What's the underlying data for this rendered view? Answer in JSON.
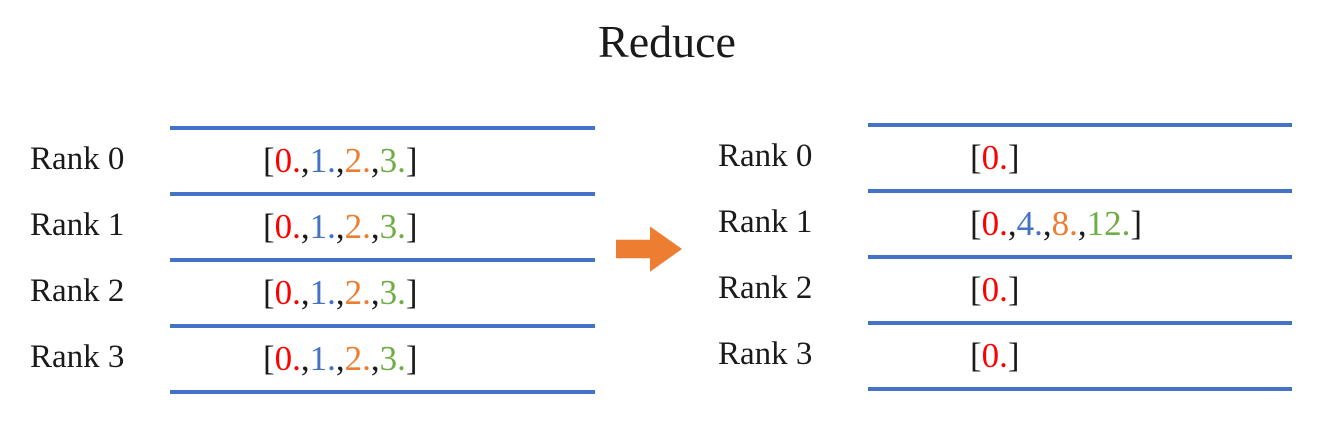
{
  "title": "Reduce",
  "colors": {
    "black": "#1a1a1a",
    "red": "#ff0000",
    "blue": "#4472c4",
    "orange": "#ed7d31",
    "green": "#70ad47",
    "line": "#4472c4",
    "arrow": "#ed7d31"
  },
  "left_table": {
    "rows": [
      {
        "rank": "Rank 0",
        "tokens": [
          [
            "[",
            "black"
          ],
          [
            "0.",
            "red"
          ],
          [
            ", ",
            "black"
          ],
          [
            "1.",
            "blue"
          ],
          [
            ", ",
            "black"
          ],
          [
            "2.",
            "orange"
          ],
          [
            ", ",
            "black"
          ],
          [
            "3.",
            "green"
          ],
          [
            "]",
            "black"
          ]
        ]
      },
      {
        "rank": "Rank 1",
        "tokens": [
          [
            "[",
            "black"
          ],
          [
            "0.",
            "red"
          ],
          [
            ", ",
            "black"
          ],
          [
            "1.",
            "blue"
          ],
          [
            ", ",
            "black"
          ],
          [
            "2.",
            "orange"
          ],
          [
            ", ",
            "black"
          ],
          [
            "3.",
            "green"
          ],
          [
            "]",
            "black"
          ]
        ]
      },
      {
        "rank": "Rank 2",
        "tokens": [
          [
            "[",
            "black"
          ],
          [
            "0.",
            "red"
          ],
          [
            ", ",
            "black"
          ],
          [
            "1.",
            "blue"
          ],
          [
            ", ",
            "black"
          ],
          [
            "2.",
            "orange"
          ],
          [
            ", ",
            "black"
          ],
          [
            "3.",
            "green"
          ],
          [
            "]",
            "black"
          ]
        ]
      },
      {
        "rank": "Rank 3",
        "tokens": [
          [
            "[",
            "black"
          ],
          [
            "0.",
            "red"
          ],
          [
            ", ",
            "black"
          ],
          [
            "1.",
            "blue"
          ],
          [
            ", ",
            "black"
          ],
          [
            "2.",
            "orange"
          ],
          [
            ", ",
            "black"
          ],
          [
            "3.",
            "green"
          ],
          [
            "]",
            "black"
          ]
        ]
      }
    ]
  },
  "right_table": {
    "rows": [
      {
        "rank": "Rank 0",
        "tokens": [
          [
            "[",
            "black"
          ],
          [
            "0.",
            "red"
          ],
          [
            "]",
            "black"
          ]
        ]
      },
      {
        "rank": "Rank 1",
        "tokens": [
          [
            "[",
            "black"
          ],
          [
            "0.",
            "red"
          ],
          [
            ", ",
            "black"
          ],
          [
            "4.",
            "blue"
          ],
          [
            ", ",
            "black"
          ],
          [
            "8.",
            "orange"
          ],
          [
            ", ",
            "black"
          ],
          [
            "12.",
            "green"
          ],
          [
            "]",
            "black"
          ]
        ]
      },
      {
        "rank": "Rank 2",
        "tokens": [
          [
            "[",
            "black"
          ],
          [
            "0.",
            "red"
          ],
          [
            "]",
            "black"
          ]
        ]
      },
      {
        "rank": "Rank 3",
        "tokens": [
          [
            "[",
            "black"
          ],
          [
            "0.",
            "red"
          ],
          [
            "]",
            "black"
          ]
        ]
      }
    ]
  }
}
